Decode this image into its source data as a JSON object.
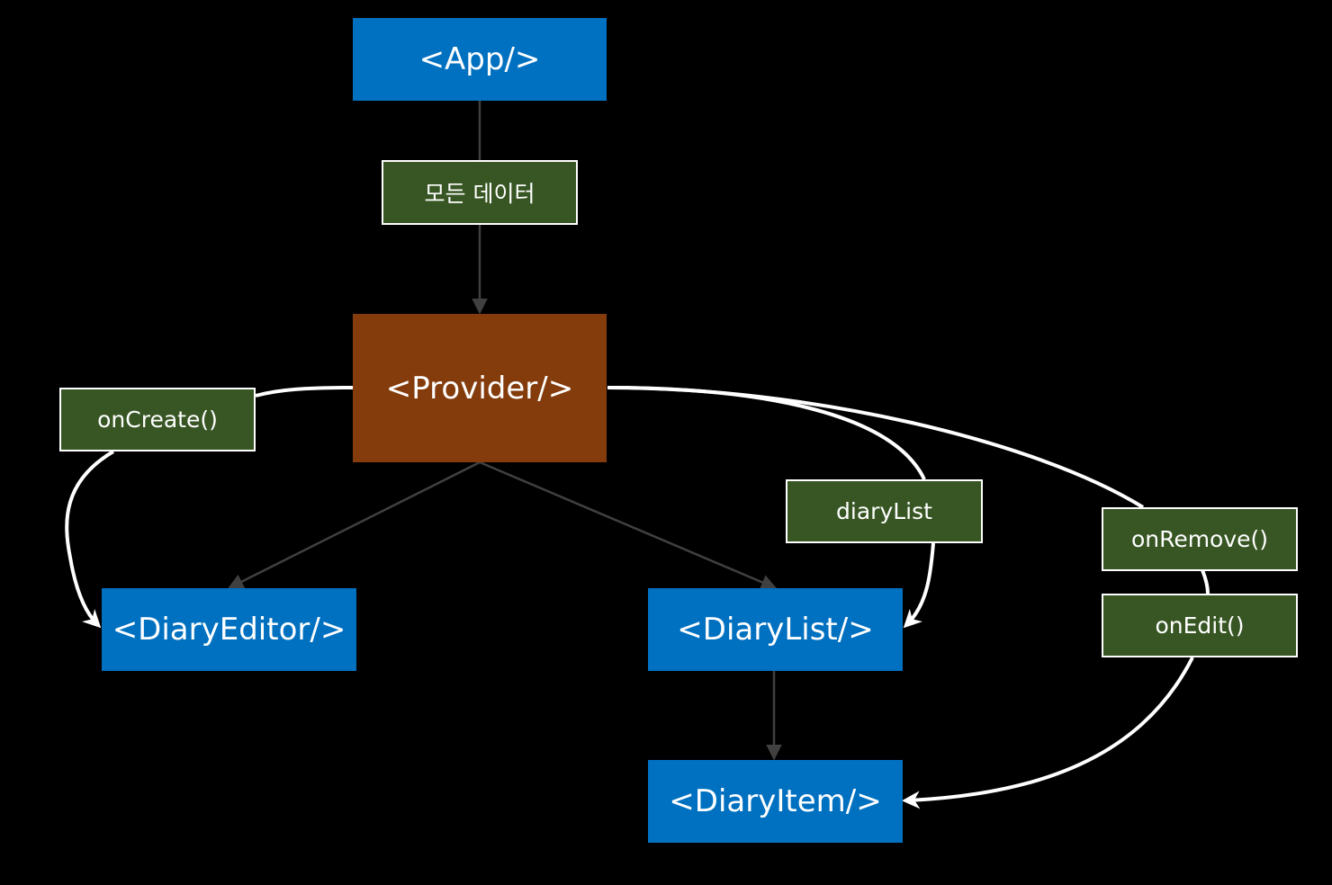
{
  "components": {
    "app": "<App/>",
    "provider": "<Provider/>",
    "diary_editor": "<DiaryEditor/>",
    "diary_list": "<DiaryList/>",
    "diary_item": "<DiaryItem/>"
  },
  "labels": {
    "all_data": "모든 데이터",
    "on_create": "onCreate()",
    "diary_list": "diaryList",
    "on_remove": "onRemove()",
    "on_edit": "onEdit()"
  },
  "colors": {
    "background": "#000000",
    "component": "#0070c0",
    "provider": "#843c0c",
    "label": "#375623",
    "hierarchy_edge": "#404040",
    "data_flow_edge": "#ffffff"
  }
}
